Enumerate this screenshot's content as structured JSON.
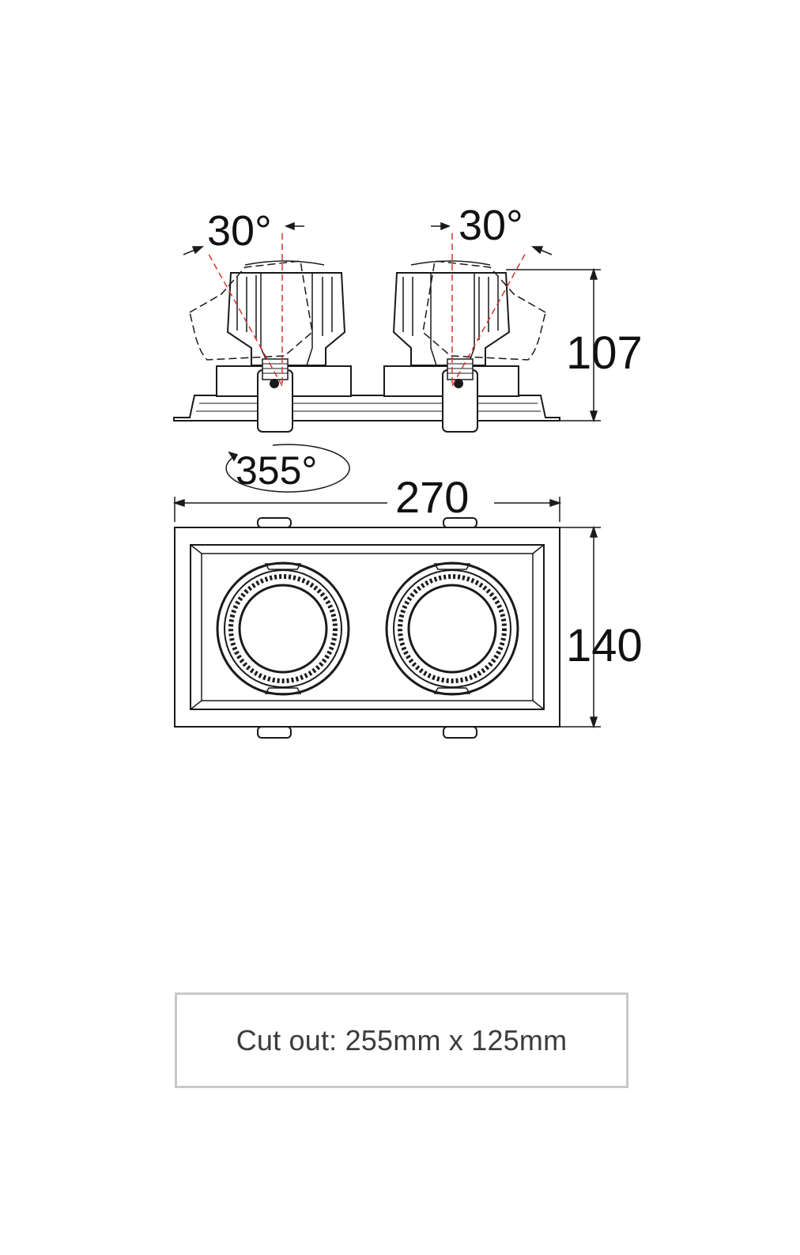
{
  "diagram": {
    "angle_left": "30°",
    "angle_right": "30°",
    "height_side": "107",
    "rotation": "355°",
    "width": "270",
    "height_top": "140"
  },
  "cutout": {
    "text": "Cut out: 255mm x 125mm"
  },
  "colors": {
    "line": "#1a1a1a",
    "accent_dashed": "#d9352a",
    "box_border": "#c8c8c8",
    "text": "#111111"
  }
}
